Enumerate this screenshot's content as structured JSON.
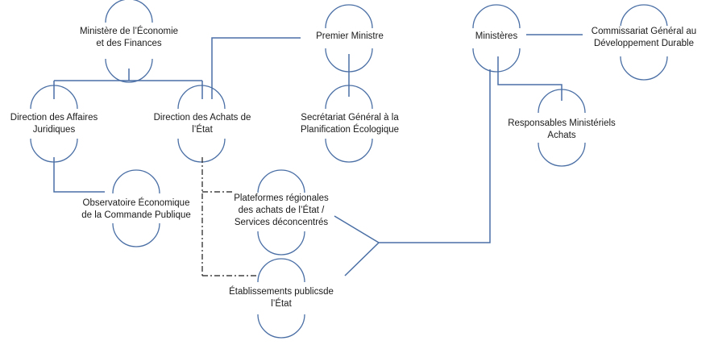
{
  "nodes": {
    "minefi": [
      "Ministère de l’Économie",
      "et des Finances"
    ],
    "premier": [
      "Premier Ministre"
    ],
    "ministeres": [
      "Ministères"
    ],
    "cgdd": [
      "Commissariat Général au",
      "Développement Durable"
    ],
    "daj": [
      "Direction des Affaires",
      "Juridiques"
    ],
    "dae": [
      "Direction des Achats de",
      "l’État"
    ],
    "sgpe": [
      "Secrétariat Général à la",
      "Planification Écologique"
    ],
    "rma": [
      "Responsables Ministériels",
      "Achats"
    ],
    "oecp": [
      "Observatoire Économique",
      "de la Commande Publique"
    ],
    "prae": [
      "Plateformes régionales",
      "des achats de l’État /",
      "Services déconcentrés"
    ],
    "epe": [
      "Établissements publicsde",
      "l’État"
    ]
  },
  "colors": {
    "line": "#4a6fa5",
    "node_outline": "#4a6fa5",
    "text": "#1a1a1a",
    "dashed_line": "#1a1a1a"
  }
}
